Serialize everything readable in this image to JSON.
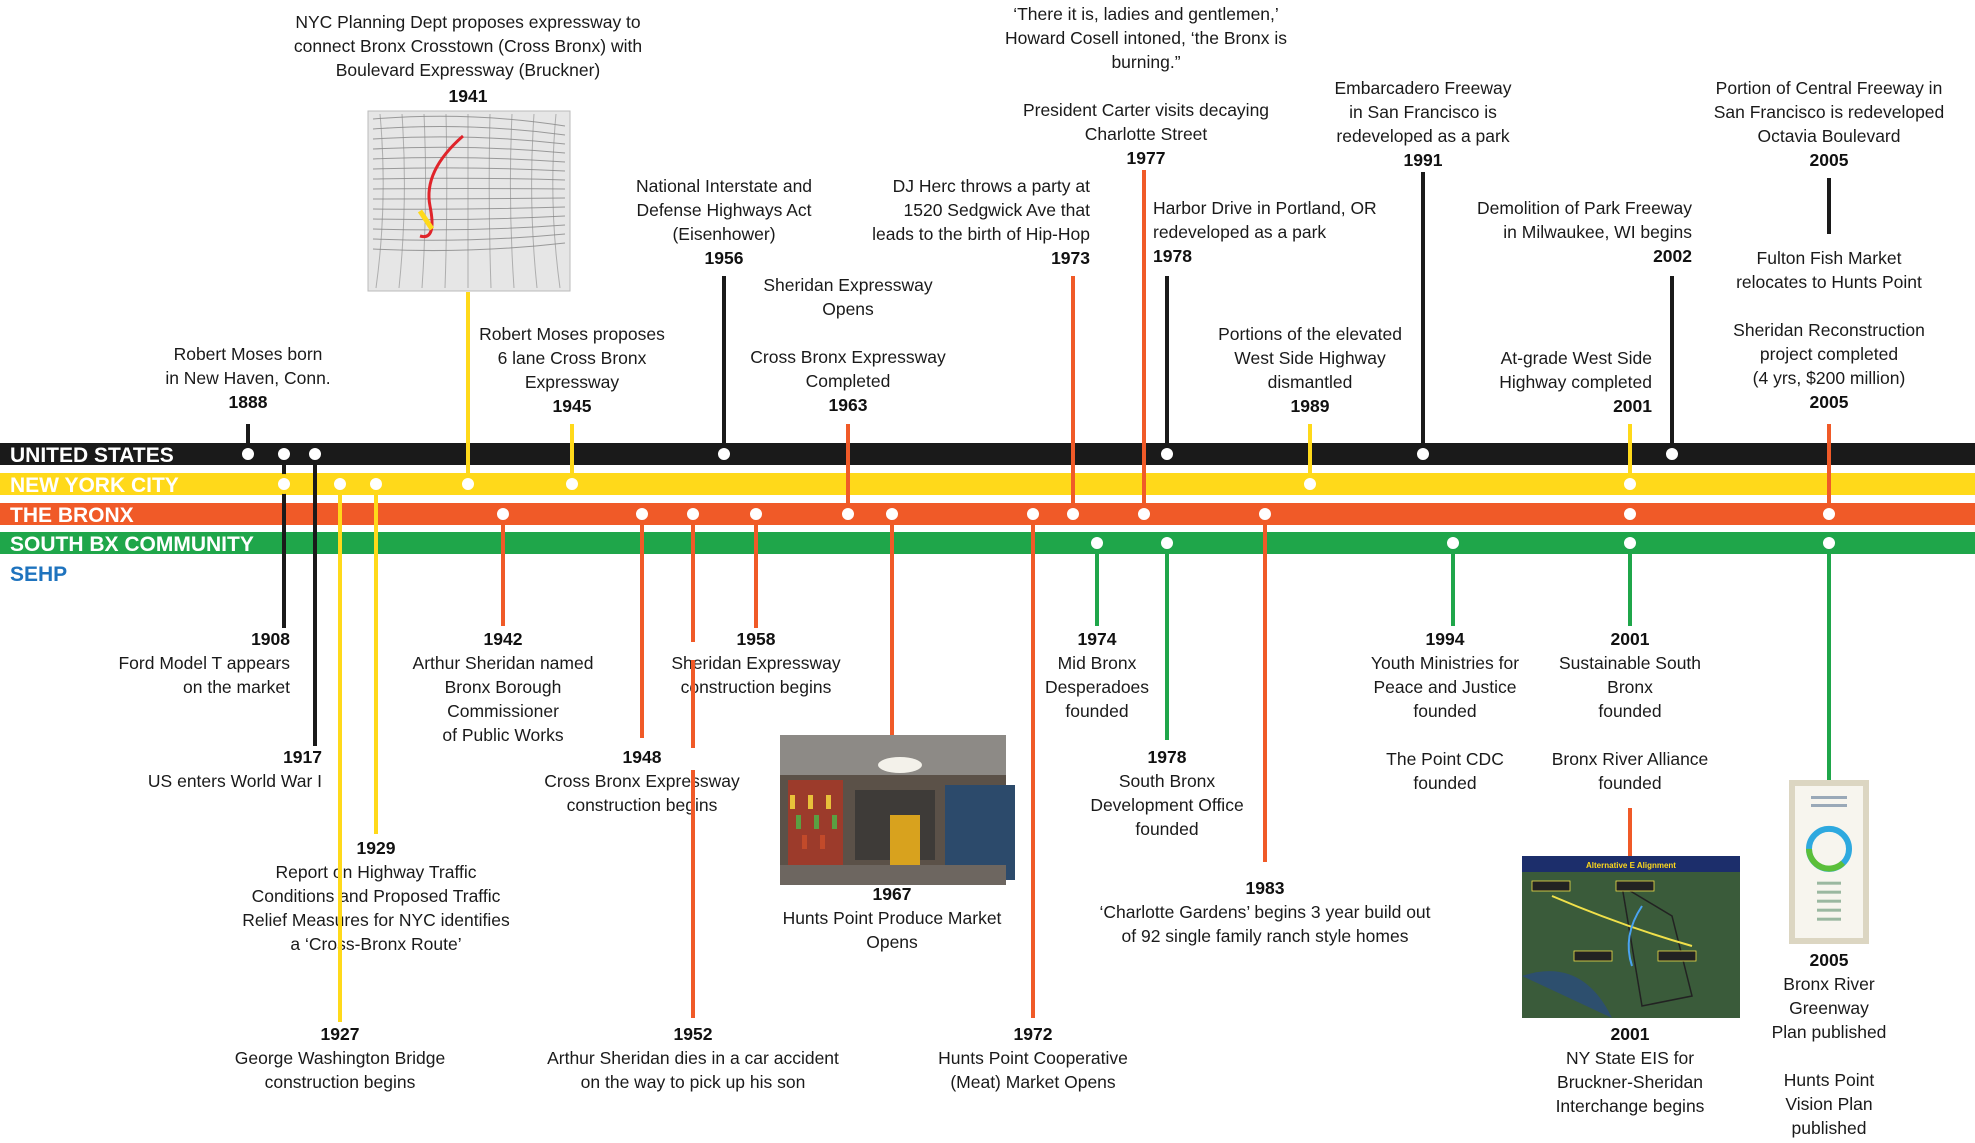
{
  "bands": [
    {
      "key": "us",
      "label": "UNITED STATES",
      "color": "#1a1a1a",
      "label_color": "#ffffff"
    },
    {
      "key": "nyc",
      "label": "NEW YORK CITY",
      "color": "#ffd91a",
      "label_color": "#ffffff"
    },
    {
      "key": "bx",
      "label": "THE BRONX",
      "color": "#f05a28",
      "label_color": "#ffffff"
    },
    {
      "key": "sbx",
      "label": "SOUTH BX COMMUNITY",
      "color": "#1fa64a",
      "label_color": "#ffffff"
    }
  ],
  "sehp_label": "SEHP",
  "sehp_color": "#1e73be",
  "line_colors": {
    "us": "#1a1a1a",
    "nyc": "#ffd91a",
    "bx": "#f05a28",
    "sbx": "#1fa64a"
  },
  "events": [
    {
      "id": "e1941",
      "band": "nyc",
      "year": "1941",
      "lines": [
        "NYC Planning Dept proposes expressway to",
        "connect Bronx Crosstown (Cross Bronx) with",
        "Boulevard Expressway (Bruckner)"
      ],
      "image": "map-1941"
    },
    {
      "id": "e1888",
      "band": "us",
      "year": "1888",
      "lines": [
        "Robert Moses born",
        "in New Haven, Conn."
      ]
    },
    {
      "id": "e1945",
      "band": "nyc",
      "year": "1945",
      "lines": [
        "Robert Moses proposes",
        "6 lane Cross Bronx",
        "Expressway"
      ]
    },
    {
      "id": "e1956",
      "band": "us",
      "year": "1956",
      "lines": [
        "National Interstate and",
        "Defense Highways Act",
        "(Eisenhower)"
      ]
    },
    {
      "id": "e1963",
      "band": "bx",
      "year": "1963",
      "lines": [
        "Sheridan Expressway",
        "Opens",
        "",
        "Cross Bronx Expressway",
        "Completed"
      ]
    },
    {
      "id": "e1973",
      "band": "bx",
      "year": "1973",
      "lines": [
        "DJ Herc throws a party at",
        "1520 Sedgwick Ave that",
        "leads to the birth of Hip-Hop"
      ]
    },
    {
      "id": "e1977",
      "band": "bx",
      "year": "1977",
      "lines": [
        "‘There it is, ladies and gentlemen,’",
        "Howard Cosell intoned, ‘the Bronx is",
        "burning.”",
        "",
        "President Carter visits decaying",
        "Charlotte Street"
      ]
    },
    {
      "id": "e1978top",
      "band": "us",
      "year": "1978",
      "lines": [
        "Harbor Drive in Portland, OR",
        "redeveloped as a park"
      ]
    },
    {
      "id": "e1989",
      "band": "nyc",
      "year": "1989",
      "lines": [
        "Portions of the elevated",
        "West Side Highway",
        "dismantled"
      ]
    },
    {
      "id": "e1991",
      "band": "us",
      "year": "1991",
      "lines": [
        "Embarcadero Freeway",
        "in San Francisco is",
        "redeveloped as a park"
      ]
    },
    {
      "id": "e2002",
      "band": "us",
      "year": "2002",
      "lines": [
        "Demolition of Park Freeway",
        "in Milwaukee, WI begins"
      ]
    },
    {
      "id": "e2001top",
      "band": "nyc",
      "year": "2001",
      "lines": [
        "At-grade West Side",
        "Highway completed"
      ]
    },
    {
      "id": "e2005top",
      "band": "us",
      "year": "2005",
      "lines": [
        "Portion of Central Freeway in",
        "San Francisco is redeveloped",
        "Octavia Boulevard"
      ]
    },
    {
      "id": "e2005b",
      "band": "bx",
      "year": "2005",
      "lines": [
        "Fulton Fish Market",
        "relocates to Hunts Point",
        "",
        "Sheridan Reconstruction",
        "project completed",
        "(4 yrs, $200 million)"
      ]
    },
    {
      "id": "e1908",
      "band": "us",
      "year": "1908",
      "lines": [
        "Ford Model T appears",
        "on the market"
      ]
    },
    {
      "id": "e1917",
      "band": "us",
      "year": "1917",
      "lines": [
        "US enters World War I"
      ]
    },
    {
      "id": "e1929",
      "band": "nyc",
      "year": "1929",
      "lines": [
        "Report on Highway Traffic",
        "Conditions and Proposed Traffic",
        "Relief Measures for NYC  identifies",
        "a ‘Cross-Bronx Route’"
      ]
    },
    {
      "id": "e1927",
      "band": "nyc",
      "year": "1927",
      "lines": [
        "George Washington Bridge",
        "construction begins"
      ]
    },
    {
      "id": "e1942",
      "band": "bx",
      "year": "1942",
      "lines": [
        "Arthur Sheridan named",
        "Bronx Borough",
        "Commissioner",
        "of Public Works"
      ]
    },
    {
      "id": "e1948",
      "band": "bx",
      "year": "1948",
      "lines": [
        "Cross Bronx Expressway",
        "construction begins"
      ]
    },
    {
      "id": "e1958",
      "band": "bx",
      "year": "1958",
      "lines": [
        "Sheridan Expressway",
        "construction begins"
      ]
    },
    {
      "id": "e1952",
      "band": "bx",
      "year": "1952",
      "lines": [
        "Arthur Sheridan dies in a car accident",
        "on the way to pick up his son"
      ]
    },
    {
      "id": "e1967",
      "band": "bx",
      "year": "1967",
      "lines": [
        "Hunts Point Produce Market",
        "Opens"
      ],
      "image": "market-1967"
    },
    {
      "id": "e1972",
      "band": "bx",
      "year": "1972",
      "lines": [
        "Hunts Point Cooperative",
        "(Meat) Market Opens"
      ]
    },
    {
      "id": "e1974",
      "band": "sbx",
      "year": "1974",
      "lines": [
        "Mid Bronx",
        "Desperadoes",
        "founded"
      ]
    },
    {
      "id": "e1978b",
      "band": "sbx",
      "year": "1978",
      "lines": [
        "South Bronx",
        "Development Office",
        "founded"
      ]
    },
    {
      "id": "e1983",
      "band": "bx",
      "year": "1983",
      "lines": [
        "‘Charlotte Gardens’ begins 3 year build out",
        "of 92 single family ranch style homes"
      ]
    },
    {
      "id": "e1994",
      "band": "sbx",
      "year": "1994",
      "lines": [
        "Youth Ministries for",
        "Peace and Justice",
        "founded",
        "",
        "The Point CDC",
        "founded"
      ]
    },
    {
      "id": "e2001b",
      "band": "sbx",
      "year": "2001",
      "lines": [
        "Sustainable South",
        "Bronx",
        "founded",
        "",
        "Bronx River Alliance",
        "founded"
      ]
    },
    {
      "id": "e2001eis",
      "band": "bx",
      "year": "2001",
      "lines": [
        "NY State EIS for",
        "Bruckner-Sheridan",
        "Interchange begins"
      ],
      "image": "eis-2001"
    },
    {
      "id": "e2005g",
      "band": "sbx",
      "year": "2005",
      "lines": [
        "Bronx River",
        "Greenway",
        "Plan published",
        "",
        "Hunts Point",
        "Vision Plan",
        "published"
      ],
      "image": "greenway-2005"
    }
  ],
  "images": {
    "map-1941": {
      "label": ""
    },
    "market-1967": {
      "label": ""
    },
    "eis-2001": {
      "label": "Alternative E Alignment"
    },
    "greenway-2005": {
      "label": "BRONX RIVER GREENWAY PLAN"
    }
  }
}
